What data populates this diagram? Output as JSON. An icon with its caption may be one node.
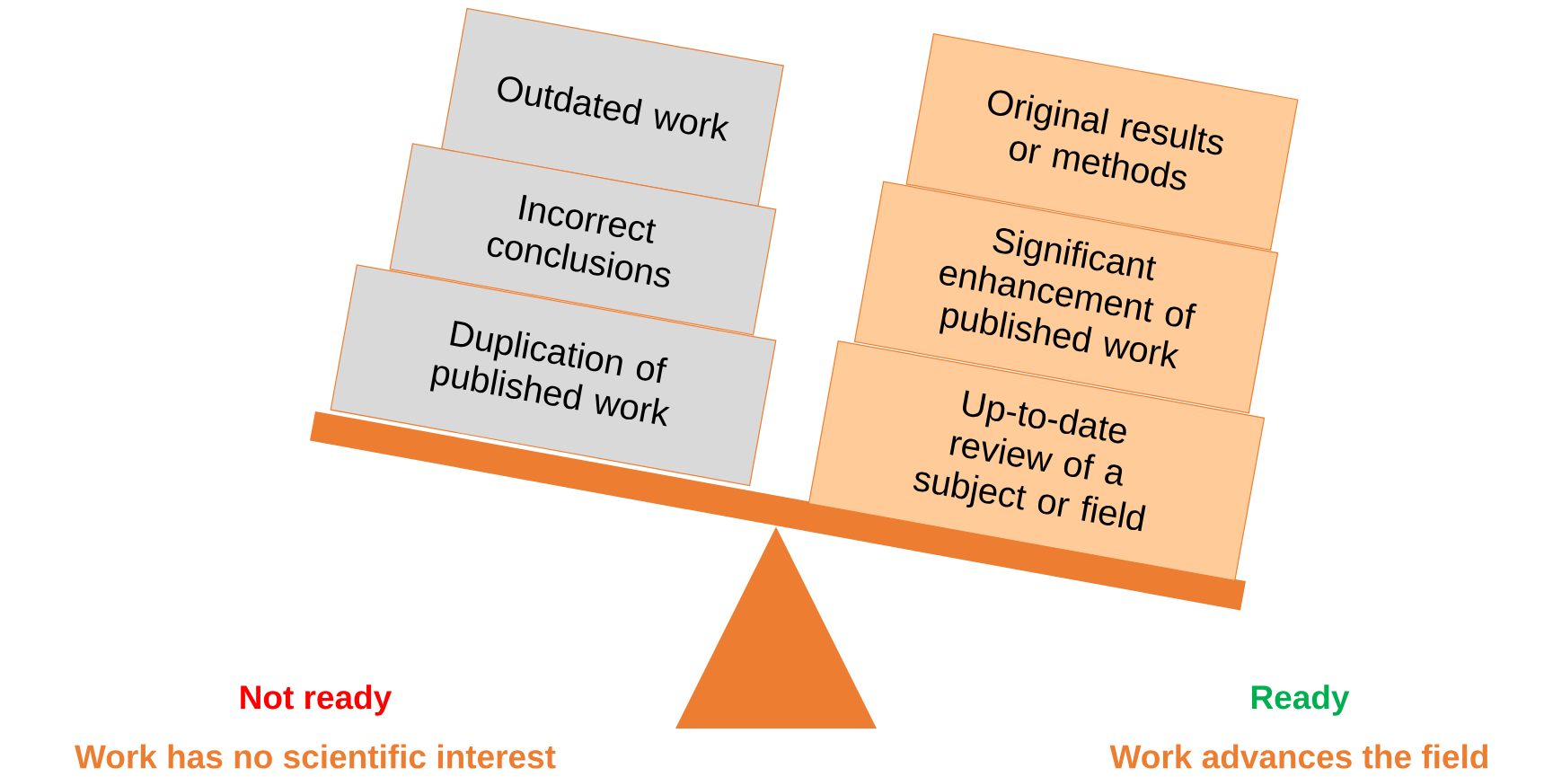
{
  "diagram": {
    "nodes": [
      {
        "text": [
          "Outdated work"
        ]
      },
      {
        "text": [
          "Incorrect conclusions"
        ]
      },
      {
        "text": [
          "Duplication of published work"
        ]
      },
      {
        "text": [
          "Original results or methods"
        ]
      },
      {
        "text": [
          "Significant enhancement of published work"
        ]
      },
      {
        "text": [
          "Up-to-date review of a subject or field"
        ]
      }
    ],
    "edges": [],
    "labels": [
      "Not ready",
      "Ready",
      "Work has no scientific interest",
      "Work advances the field"
    ]
  }
}
